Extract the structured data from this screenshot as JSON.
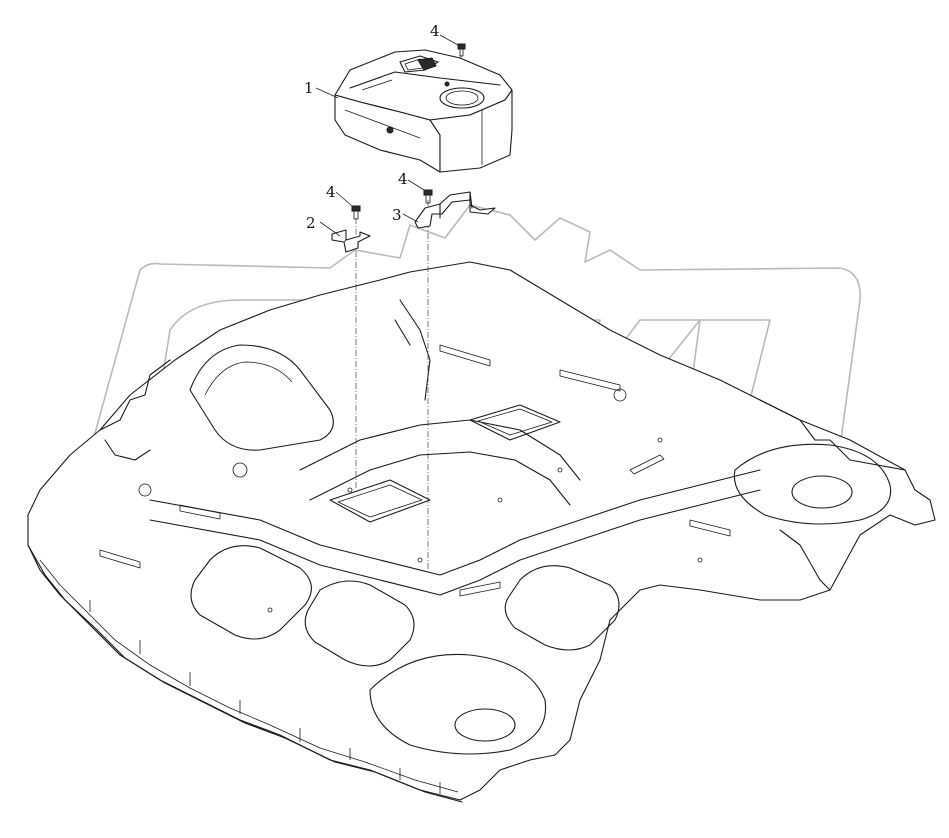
{
  "parts": [
    {
      "id": "cover",
      "label": "1",
      "icon": "console-cover-icon"
    },
    {
      "id": "bracket-left",
      "label": "2",
      "icon": "bracket-icon"
    },
    {
      "id": "bracket-right",
      "label": "3",
      "icon": "bracket-icon"
    },
    {
      "id": "bolt-top",
      "label": "4",
      "icon": "bolt-icon"
    },
    {
      "id": "bolt-left",
      "label": "4",
      "icon": "bolt-icon"
    },
    {
      "id": "bolt-right",
      "label": "4",
      "icon": "bolt-icon"
    }
  ],
  "floor_panel": {
    "icon": "floor-panel-icon"
  },
  "watermark": {
    "icon": "brand-watermark-icon",
    "color": "#b9b9b9"
  },
  "colors": {
    "line": "#1a1a1a",
    "background": "#ffffff"
  }
}
